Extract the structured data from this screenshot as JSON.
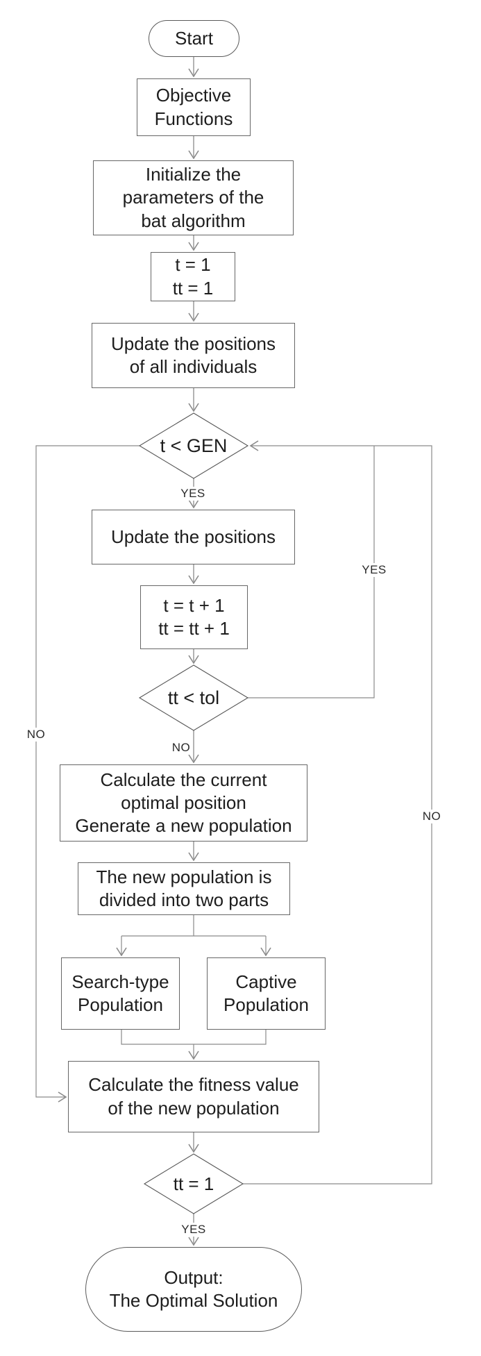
{
  "nodes": {
    "start": "Start",
    "objective": "Objective\nFunctions",
    "initialize": "Initialize the\nparameters of the\nbat algorithm",
    "init_counters": "t = 1\ntt = 1",
    "update_all": "Update the positions\nof all individuals",
    "gen_check": "t < GEN",
    "update_positions": "Update the positions",
    "increment": "t = t + 1\ntt = tt + 1",
    "tol_check": "tt < tol",
    "calc_optimal": "Calculate the current\noptimal position\nGenerate a new population",
    "divide": "The new population is\ndivided into two parts",
    "search_pop": "Search-type\nPopulation",
    "captive_pop": "Captive\nPopulation",
    "fitness": "Calculate the fitness value\nof the new population",
    "tt1_check": "tt = 1",
    "output": "Output:\nThe Optimal Solution"
  },
  "edge_labels": {
    "gen_yes": "YES",
    "gen_no": "NO",
    "tol_yes": "YES",
    "tol_no": "NO",
    "tt1_yes": "YES",
    "tt1_no": "NO"
  },
  "colors": {
    "background": "#ffffff",
    "box_border": "#666666",
    "diamond_border": "#565656",
    "connector": "#b3b3b3",
    "loop_line": "#8a8a8a",
    "arrowhead": "#8a8a8a",
    "text": "#1d1d1d"
  }
}
